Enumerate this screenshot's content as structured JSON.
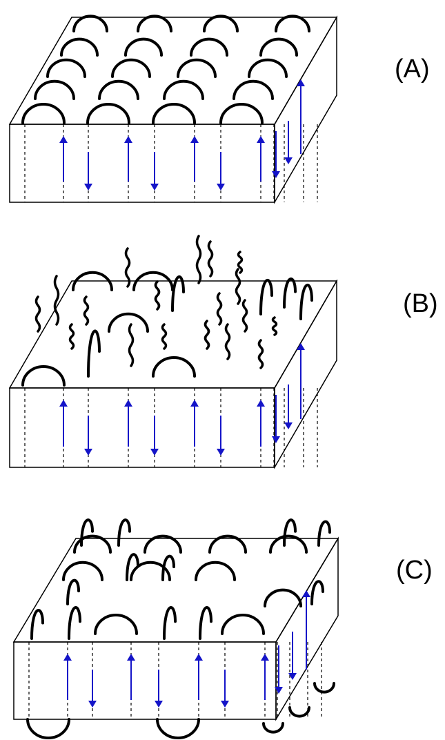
{
  "colors": {
    "outline": "#000000",
    "arrow": "#1414c8",
    "background": "#ffffff"
  },
  "panels": [
    {
      "label": "(A)"
    },
    {
      "label": "(B)"
    },
    {
      "label": "(C)"
    }
  ]
}
